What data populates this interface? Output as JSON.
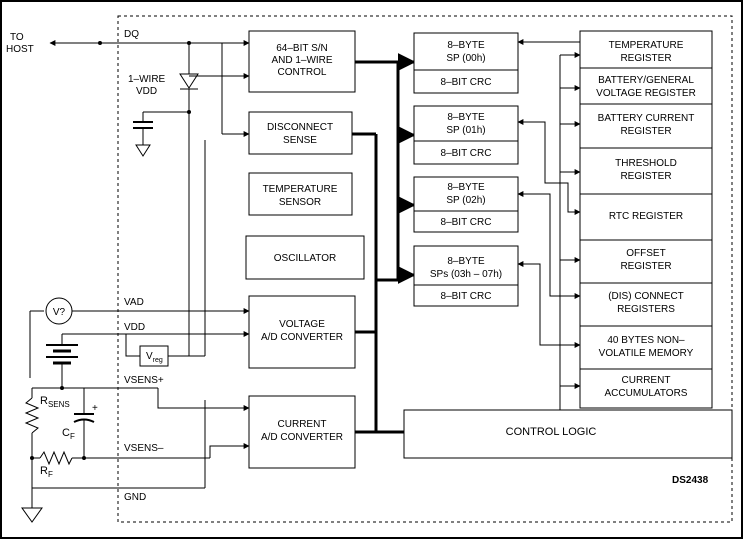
{
  "pins": {
    "dq": "DQ",
    "to_host_1": "TO",
    "to_host_2": "HOST",
    "vad": "VAD",
    "vdd": "VDD",
    "vsens_plus": "VSENS+",
    "vsens_minus": "VSENS–",
    "gnd": "GND"
  },
  "external": {
    "onewire_vdd_1": "1–WIRE",
    "onewire_vdd_2": "VDD",
    "vmeter": "V?",
    "rsens_main": "R",
    "rsens_sub": "SENS",
    "cf_main": "C",
    "cf_sub": "F",
    "cf_plus": "+",
    "rf_main": "R",
    "rf_sub": "F",
    "vreg_main": "V",
    "vreg_sub": "reg"
  },
  "blocks": {
    "sn_1": "64–BIT S/N",
    "sn_2": "AND 1–WIRE",
    "sn_3": "CONTROL",
    "disc_1": "DISCONNECT",
    "disc_2": "SENSE",
    "temp_1": "TEMPERATURE",
    "temp_2": "SENSOR",
    "osc": "OSCILLATOR",
    "vadc_1": "VOLTAGE",
    "vadc_2": "A/D CONVERTER",
    "iadc_1": "CURRENT",
    "iadc_2": "A/D CONVERTER",
    "control_logic": "CONTROL LOGIC"
  },
  "scratchpads": [
    {
      "l1": "8–BYTE",
      "l2": "SP (00h)",
      "crc": "8–BIT CRC"
    },
    {
      "l1": "8–BYTE",
      "l2": "SP (01h)",
      "crc": "8–BIT CRC"
    },
    {
      "l1": "8–BYTE",
      "l2": "SP (02h)",
      "crc": "8–BIT CRC"
    },
    {
      "l1": "8–BYTE",
      "l2": "SPs (03h – 07h)",
      "crc": "8–BIT CRC"
    }
  ],
  "registers": [
    {
      "l1": "TEMPERATURE",
      "l2": "REGISTER"
    },
    {
      "l1": "BATTERY/GENERAL",
      "l2": "VOLTAGE REGISTER"
    },
    {
      "l1": "BATTERY CURRENT",
      "l2": "REGISTER"
    },
    {
      "l1": "THRESHOLD",
      "l2": "REGISTER"
    },
    {
      "l1": "RTC REGISTER",
      "l2": ""
    },
    {
      "l1": "OFFSET",
      "l2": "REGISTER"
    },
    {
      "l1": "(DIS) CONNECT",
      "l2": "REGISTERS"
    },
    {
      "l1": "40 BYTES NON–",
      "l2": "VOLATILE MEMORY"
    },
    {
      "l1": "CURRENT",
      "l2": "ACCUMULATORS"
    }
  ],
  "part_number": "DS2438"
}
